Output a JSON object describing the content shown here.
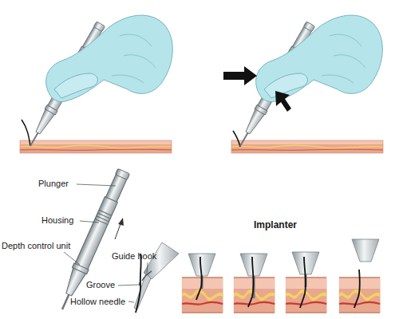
{
  "diagram": {
    "labels": [
      "Plunger",
      "Housing",
      "Depth control unit",
      "Guide hook",
      "Groove",
      "Hollow needle",
      "Implanter"
    ]
  }
}
